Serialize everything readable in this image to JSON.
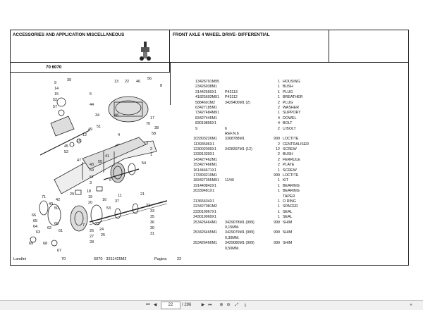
{
  "header": {
    "left_title": "ACCESSORIES AND APPLICATION MISCELLANEOUS",
    "mid_title": "FRONT AXLE 4 WHEEL DRIVE- DIFFERENTIAL",
    "section_code": "70 6070"
  },
  "parts": [
    {
      "no": "1",
      "pn": "3426701M95",
      "alt": "",
      "qty": "1",
      "desc": "HOUSING"
    },
    {
      "no": "2",
      "pn": "3426938M1",
      "alt": "",
      "qty": "1",
      "desc": "BUSH"
    },
    {
      "no": "3",
      "pn": "1442560X1",
      "alt": "P43113",
      "qty": "1",
      "desc": "PLUG"
    },
    {
      "no": "4",
      "pn": "1825603M91",
      "alt": "P43112",
      "qty": "1",
      "desc": "BREATHER"
    },
    {
      "no": "5",
      "pn": "884691M2",
      "alt": "3429400M1  (2)",
      "qty": "2",
      "desc": "PLUG"
    },
    {
      "no": "6",
      "pn": "3427185M1",
      "alt": "",
      "qty": "2",
      "desc": "WASHER"
    },
    {
      "no": "7",
      "pn": "3427484M91",
      "alt": "",
      "qty": "1",
      "desc": "SUPPORT"
    },
    {
      "no": "8",
      "pn": "3427445M1",
      "alt": "",
      "qty": "4",
      "desc": "DOWEL"
    },
    {
      "no": "8",
      "pn": "3019856X1",
      "alt": "",
      "qty": "4",
      "desc": "BOLT"
    },
    {
      "no": "9",
      "pn": "",
      "alt": "6",
      "qty": "2",
      "desc": "U BOLT"
    },
    {
      "no": "",
      "pn": "",
      "alt": "REF.N.6",
      "qty": "",
      "desc": ""
    },
    {
      "no": "10",
      "pn": "3303226M1",
      "alt": "3308788M1",
      "qty": "999",
      "desc": "LOCTITE"
    },
    {
      "no": "11",
      "pn": "393596X1",
      "alt": "",
      "qty": "2",
      "desc": "CENTRALISER"
    },
    {
      "no": "12",
      "pn": "3002009X1",
      "alt": "3428397M1  (12)",
      "qty": "12",
      "desc": "SCREW"
    },
    {
      "no": "13",
      "pn": "391339X1",
      "alt": "",
      "qty": "2",
      "desc": "BUSH"
    },
    {
      "no": "14",
      "pn": "3427462M1",
      "alt": "",
      "qty": "2",
      "desc": "FERRULE"
    },
    {
      "no": "15",
      "pn": "3427466M1",
      "alt": "",
      "qty": "2",
      "desc": "PLATE"
    },
    {
      "no": "16",
      "pn": "1444671X1",
      "alt": "",
      "qty": "1",
      "desc": "SCREW"
    },
    {
      "no": "17",
      "pn": "3303219M1",
      "alt": "",
      "qty": "999",
      "desc": "LOCTITE"
    },
    {
      "no": "18",
      "pn": "3427355M91",
      "alt": "11/40",
      "qty": "1",
      "desc": "KIT"
    },
    {
      "no": "19",
      "pn": "1440842X1",
      "alt": "",
      "qty": "1",
      "desc": "BEARING"
    },
    {
      "no": "20",
      "pn": "339481X1",
      "alt": "",
      "qty": "1",
      "desc": "BEARING"
    },
    {
      "no": "",
      "pn": "",
      "alt": "",
      "qty": "",
      "desc": "TAPER"
    },
    {
      "no": "21",
      "pn": "366434X1",
      "alt": "",
      "qty": "1",
      "desc": "O RING"
    },
    {
      "no": "22",
      "pn": "3427081M2",
      "alt": "",
      "qty": "1",
      "desc": "SPACER"
    },
    {
      "no": "23",
      "pn": "3019967X1",
      "alt": "",
      "qty": "1",
      "desc": "SEAL"
    },
    {
      "no": "24",
      "pn": "3019969X1",
      "alt": "",
      "qty": "1",
      "desc": "SEAL"
    },
    {
      "no": "25",
      "pn": "3426464M1",
      "alt": "3429078M1  (999)",
      "qty": "999",
      "desc": "SHIM"
    },
    {
      "no": "",
      "pn": "",
      "alt": "0,15MM.",
      "qty": "",
      "desc": ""
    },
    {
      "no": "25",
      "pn": "3426465M1",
      "alt": "3429079M1  (999)",
      "qty": "999",
      "desc": "SHIM"
    },
    {
      "no": "",
      "pn": "",
      "alt": "0,30MM.",
      "qty": "",
      "desc": ""
    },
    {
      "no": "25",
      "pn": "3426466M1",
      "alt": "3429080M1  (999)",
      "qty": "999",
      "desc": "SHIM"
    },
    {
      "no": "",
      "pn": "",
      "alt": "0,50MM.",
      "qty": "",
      "desc": ""
    }
  ],
  "callouts": [
    "56",
    "39",
    "8",
    "52",
    "57",
    "5",
    "13",
    "22",
    "46",
    "44",
    "48",
    "9",
    "34",
    "14",
    "15",
    "17",
    "70",
    "51",
    "49",
    "38",
    "58",
    "4",
    "3",
    "2",
    "1",
    "45",
    "52",
    "12",
    "10",
    "41",
    "55",
    "43",
    "59",
    "57",
    "54",
    "47",
    "3",
    "6",
    "18",
    "19",
    "20",
    "16",
    "37",
    "11",
    "53",
    "29",
    "21",
    "32",
    "33",
    "35",
    "36",
    "30",
    "31",
    "26",
    "27",
    "28",
    "23",
    "24",
    "25",
    "7",
    "71",
    "40",
    "50",
    "42",
    "60",
    "61",
    "66",
    "65",
    "64",
    "63",
    "62",
    "69",
    "68",
    "67"
  ],
  "footer": {
    "brand": "Landini",
    "group": "70",
    "ref": "6070 - 3311425M2",
    "page_label": "Pagina",
    "page_no": "22"
  },
  "toolbar": {
    "page_current": "22",
    "page_total": "/ 296"
  }
}
